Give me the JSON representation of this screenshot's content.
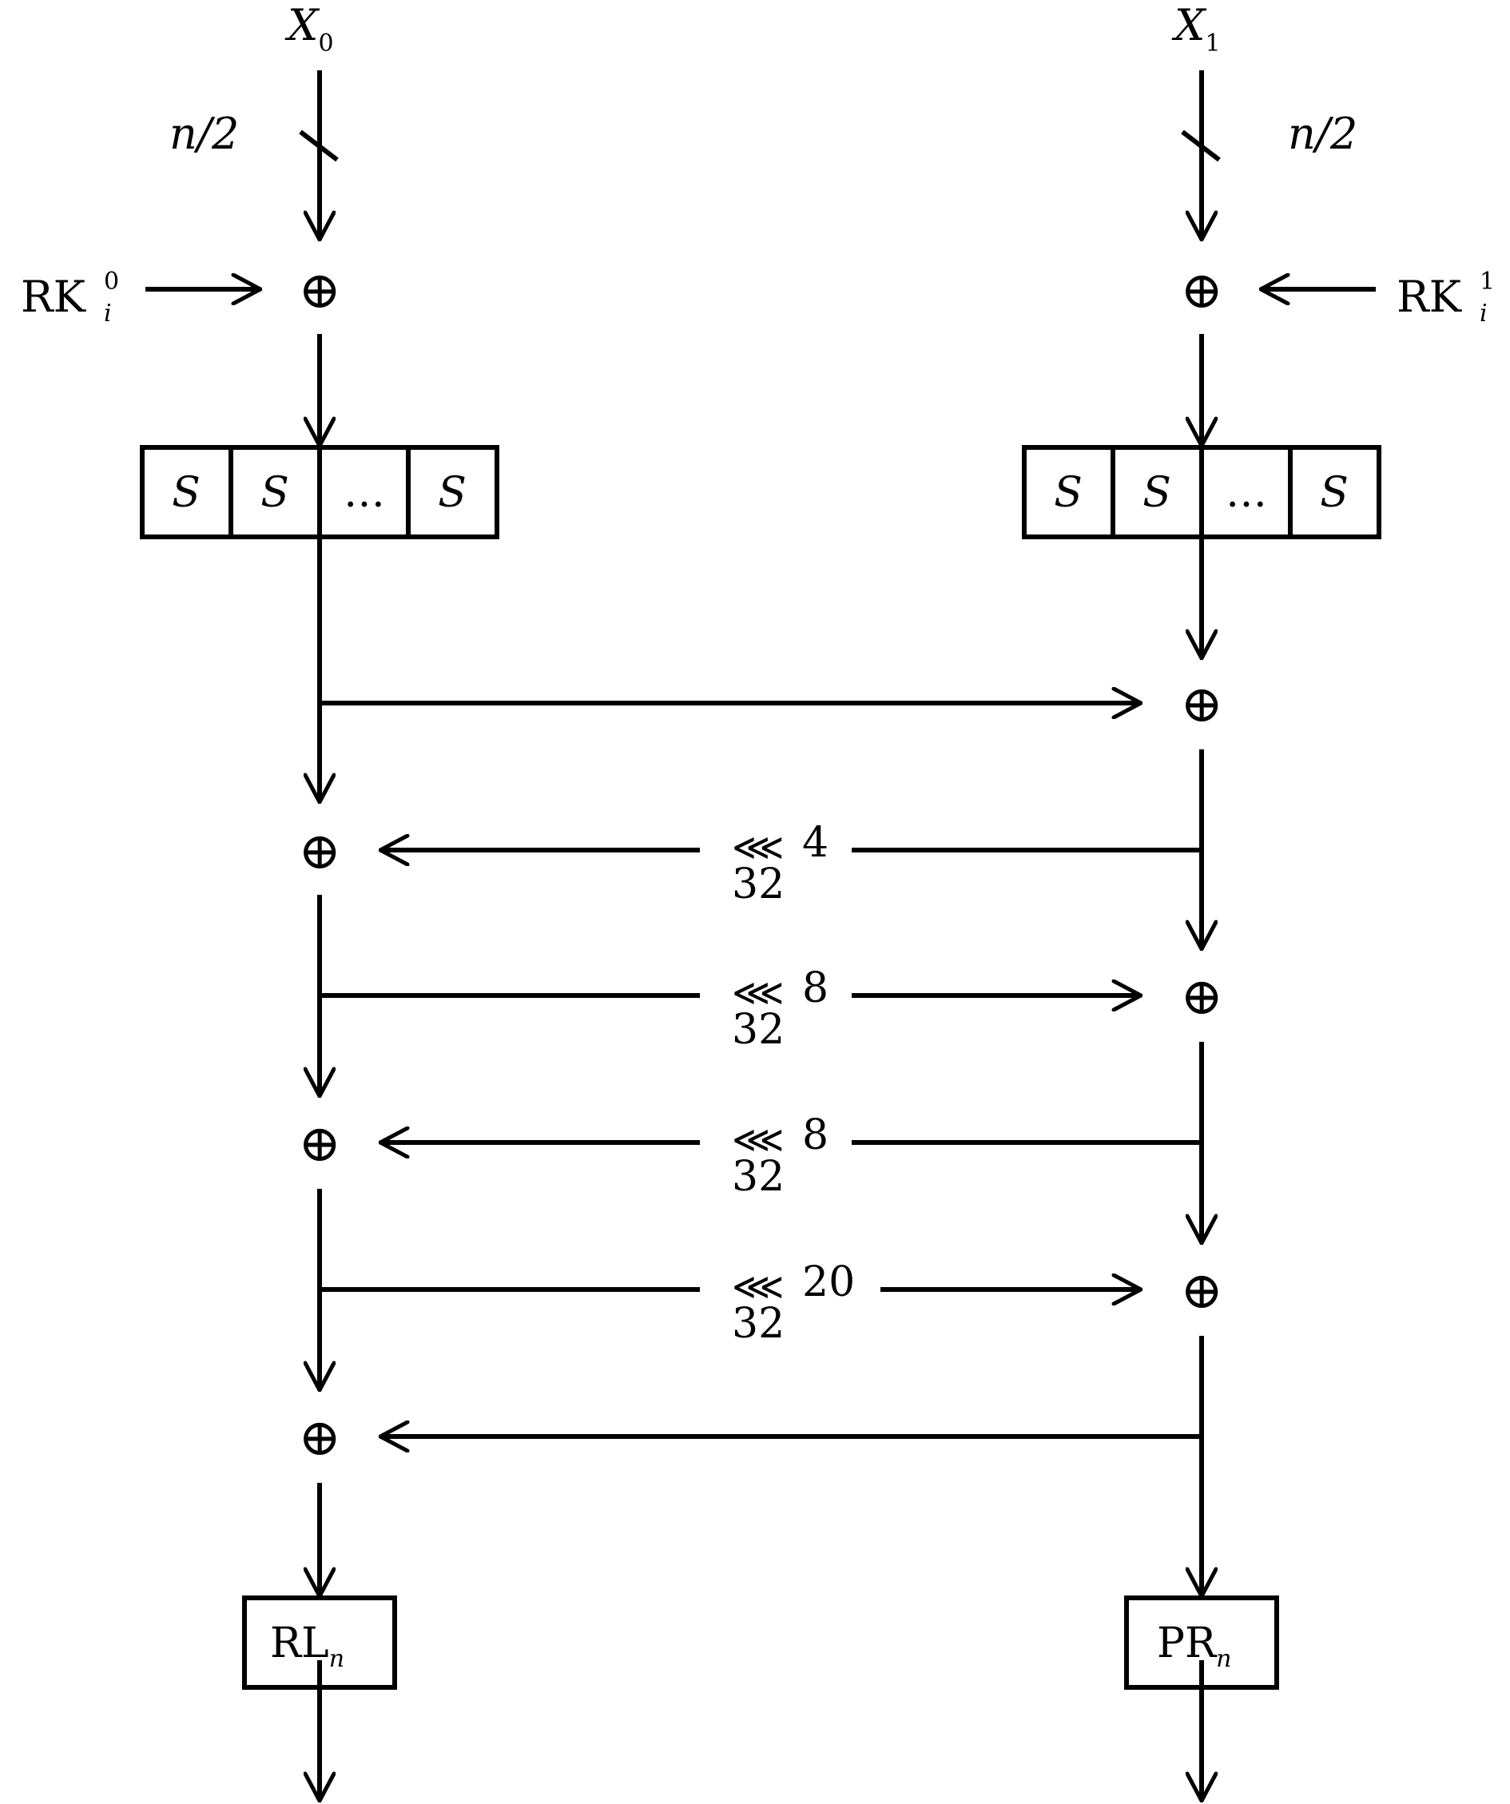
{
  "inputs": {
    "left_var": "X",
    "left_sub": "0",
    "right_var": "X",
    "right_sub": "1",
    "width_label": "n/2"
  },
  "round_keys": {
    "left": {
      "base": "RK",
      "sup": "0",
      "sub": "i"
    },
    "right": {
      "base": "RK",
      "sup": "1",
      "sub": "i"
    }
  },
  "sbox": {
    "cells": [
      "S",
      "S",
      "…",
      "S"
    ]
  },
  "rotations": [
    {
      "amount": "4",
      "symbol": "⋘",
      "word_size": "32"
    },
    {
      "amount": "8",
      "symbol": "⋘",
      "word_size": "32"
    },
    {
      "amount": "8",
      "symbol": "⋘",
      "word_size": "32"
    },
    {
      "amount": "20",
      "symbol": "⋘",
      "word_size": "32"
    }
  ],
  "xor_symbol": "⊕",
  "outputs": {
    "left": {
      "base": "RL",
      "sub": "n"
    },
    "right": {
      "base": "PR",
      "sub": "n"
    }
  },
  "colors": {
    "stroke": "#000000",
    "background": "#ffffff"
  }
}
